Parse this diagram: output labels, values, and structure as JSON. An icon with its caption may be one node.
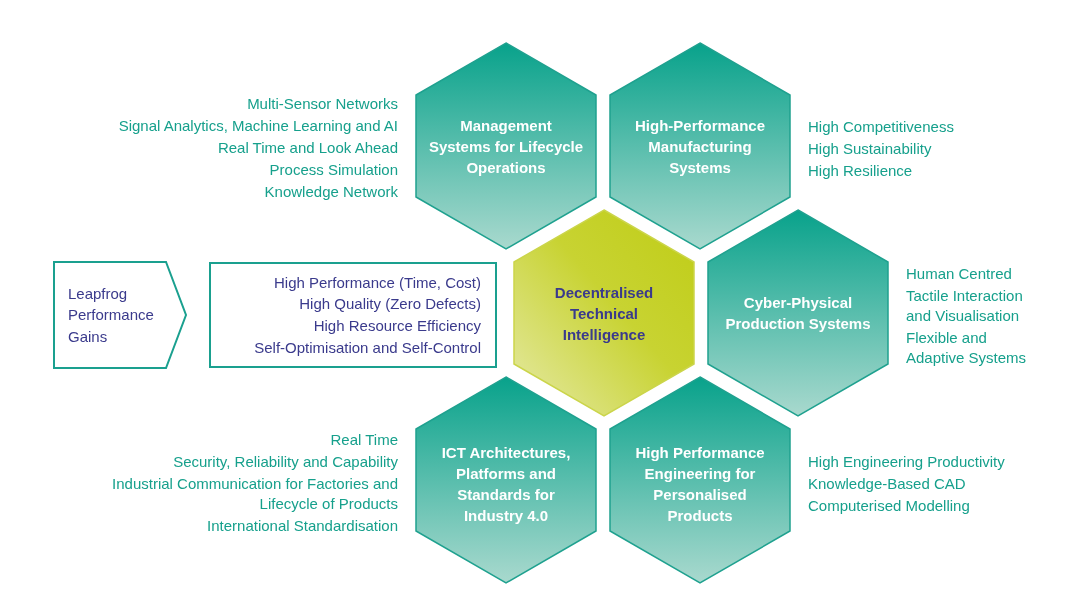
{
  "diagram": {
    "nodes": [
      {
        "text": [
          "Management Systems for Lifecycle Operations"
        ],
        "beside": [
          "Multi-Sensor Networks",
          "Signal Analytics, Machine Learning and AI",
          "Real Time and Look Ahead",
          "Process Simulation",
          "Knowledge Network"
        ]
      },
      {
        "text": [
          "High-Performance Manufacturing Systems"
        ],
        "beside": [
          "High Competitiveness",
          "High Sustainability",
          "High Resilience"
        ]
      },
      {
        "text": [
          "Leapfrog Performance Gains"
        ]
      },
      {
        "text": [
          "High Performance (Time, Cost)",
          "High Quality (Zero Defects)",
          "High Resource Efficiency",
          "Self-Optimisation and Self-Control"
        ]
      },
      {
        "text": [
          "Decentralised Technical Intelligence"
        ]
      },
      {
        "text": [
          "Cyber-Physical Production Systems"
        ],
        "beside": [
          "Human Centred",
          "Tactile Interaction and Visualisation",
          "Flexible and Adaptive Systems"
        ]
      },
      {
        "text": [
          "ICT Architectures, Platforms and Standards for Industry 4.0"
        ],
        "beside": [
          "Real Time",
          "Security, Reliability and Capability",
          "Industrial Communication for Factories and Lifecycle of Products",
          "International Standardisation"
        ]
      },
      {
        "text": [
          "High Performance Engineering for Personalised Products"
        ],
        "beside": [
          "High Engineering Productivity",
          "Knowledge-Based CAD",
          "Computerised Modelling"
        ]
      }
    ]
  }
}
